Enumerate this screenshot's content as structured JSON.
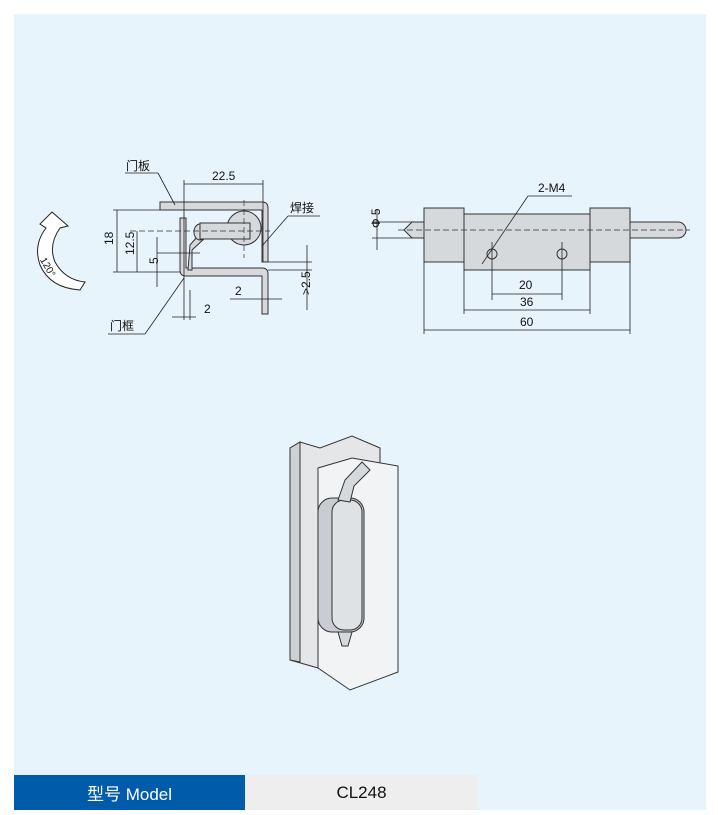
{
  "side_view": {
    "label_door_panel": "门板",
    "label_weld": "焊接",
    "label_door_frame": "门框",
    "dim_width": "22.5",
    "dim_height": "18",
    "dim_pin_height": "12.5",
    "dim_5": "5",
    "dim_gap": ">2.5",
    "dim_thickness_a": "2",
    "dim_thickness_b": "2",
    "rotation": "120°"
  },
  "front_view": {
    "dim_thread": "2-M4",
    "dim_pin_dia": "Φ 5",
    "dim_hole_spacing": "20",
    "dim_body": "36",
    "dim_total": "60"
  },
  "spec_table": {
    "model_label": "型号 Model",
    "model_value": "CL248"
  },
  "colors": {
    "accent": "#005bab",
    "background": "#e8f4fc"
  }
}
